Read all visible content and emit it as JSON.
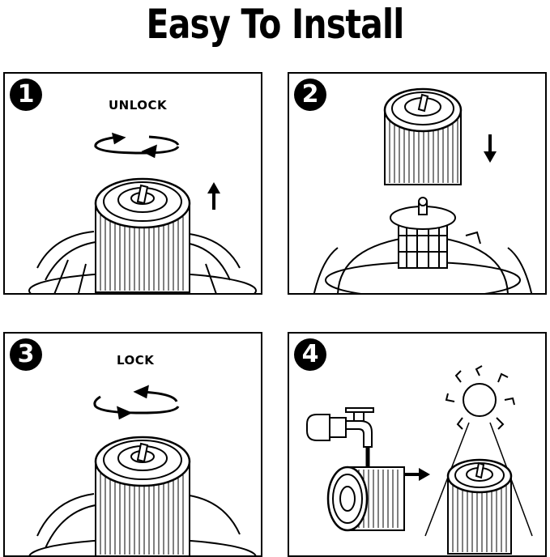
{
  "title": "Easy To Install",
  "steps": [
    {
      "number": "1",
      "label": "UNLOCK",
      "icons": [
        "rotate-arrows-icon",
        "up-arrow-icon",
        "filter-cartridge-icon"
      ]
    },
    {
      "number": "2",
      "label": "",
      "icons": [
        "down-arrow-icon",
        "filter-cartridge-icon",
        "filter-cage-icon"
      ]
    },
    {
      "number": "3",
      "label": "LOCK",
      "icons": [
        "rotate-arrows-icon",
        "filter-cartridge-icon"
      ]
    },
    {
      "number": "4",
      "label": "",
      "icons": [
        "faucet-icon",
        "right-arrow-icon",
        "sun-icon",
        "filter-cartridge-icon"
      ]
    }
  ]
}
